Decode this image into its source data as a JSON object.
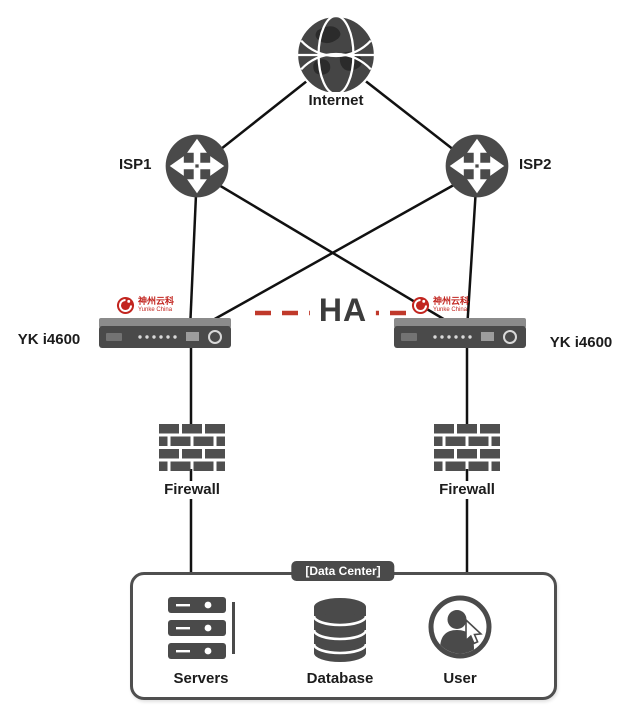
{
  "diagram": {
    "type": "network-topology",
    "nodes": {
      "internet": {
        "label": "Internet"
      },
      "isp1": {
        "label": "ISP1"
      },
      "isp2": {
        "label": "ISP2"
      },
      "device_left": {
        "label": "YK i4600",
        "vendor_name": "神州云科",
        "vendor_sub": "Yunke China"
      },
      "device_right": {
        "label": "YK i4600",
        "vendor_name": "神州云科",
        "vendor_sub": "Yunke China"
      },
      "ha": {
        "label": "HA"
      },
      "firewall_left": {
        "label": "Firewall"
      },
      "firewall_right": {
        "label": "Firewall"
      },
      "datacenter": {
        "label": "[Data Center]"
      },
      "servers": {
        "label": "Servers"
      },
      "database": {
        "label": "Database"
      },
      "user": {
        "label": "User"
      }
    },
    "colors": {
      "node_gray": "#4a4a4a",
      "line_black": "#111111",
      "ha_red": "#c0392b",
      "logo_red": "#c2251f"
    }
  }
}
